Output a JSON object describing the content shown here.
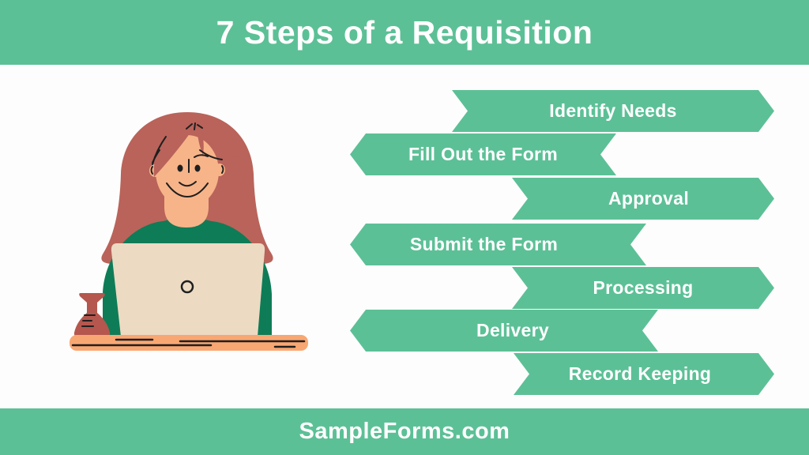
{
  "header": {
    "title": "7 Steps of a Requisition"
  },
  "banners": [
    {
      "label": "Identify Needs",
      "direction": "right"
    },
    {
      "label": "Fill Out the Form",
      "direction": "left"
    },
    {
      "label": "Approval",
      "direction": "right"
    },
    {
      "label": "Submit the Form",
      "direction": "left"
    },
    {
      "label": "Processing",
      "direction": "right"
    },
    {
      "label": "Delivery",
      "direction": "left"
    },
    {
      "label": "Record Keeping",
      "direction": "right"
    }
  ],
  "footer": {
    "site": "SampleForms.com"
  },
  "illustration": {
    "alt": "Woman with long red-brown hair in a green sweater working on a laptop at a desk with a red vase"
  },
  "colors": {
    "accent_green": "#5cc096",
    "text_on_green": "#ffffff",
    "background": "#fdfdfd",
    "hair": "#b9635a",
    "skin": "#f7b489",
    "sweater_green": "#0e7c57",
    "laptop": "#ecdac3",
    "desk": "#f9a772",
    "vase": "#b5574e",
    "ink": "#1f1f1f"
  }
}
